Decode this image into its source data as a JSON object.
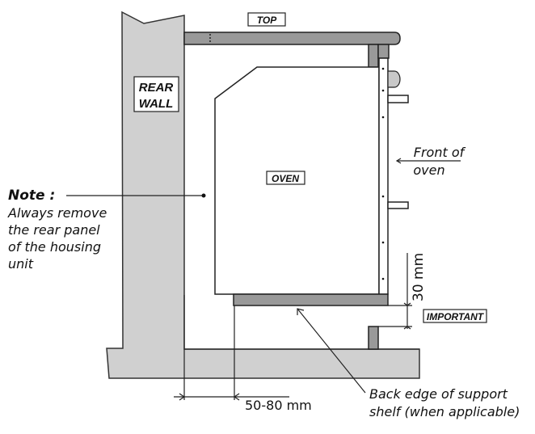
{
  "diagram": {
    "labels": {
      "top": "TOP",
      "rear_wall_line1": "REAR",
      "rear_wall_line2": "WALL",
      "oven": "OVEN",
      "important": "IMPORTANT",
      "front_line1": "Front of",
      "front_line2": "oven",
      "note_title": "Note :",
      "note_lines": [
        "Always remove",
        "the rear panel",
        "of the housing",
        "unit"
      ],
      "dim_gap": "50-80 mm",
      "dim_height": "30 mm",
      "shelf_line1": "Back edge of support",
      "shelf_line2": "shelf (when applicable)"
    },
    "colors": {
      "wall_fill": "#d0d0d0",
      "shelf_fill": "#999999",
      "outline": "#222222"
    }
  }
}
